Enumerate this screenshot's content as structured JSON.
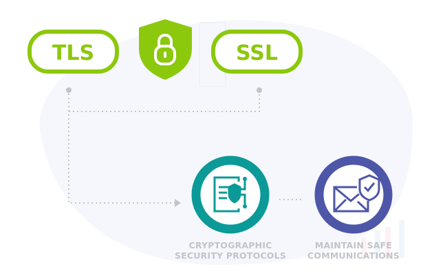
{
  "nodes": {
    "tls": {
      "label": "TLS"
    },
    "ssl": {
      "label": "SSL"
    },
    "crypto": {
      "line1": "CRYPTOGRAPHIC",
      "line2": "SECURITY PROTOCOLS"
    },
    "safe": {
      "line1": "MAINTAIN SAFE",
      "line2": "COMMUNICATIONS"
    }
  },
  "icons": {
    "shield": "shield-lock-icon",
    "crypto": "document-shield-network-icon",
    "safe": "envelope-shield-check-icon"
  },
  "colors": {
    "green": "#8cc80c",
    "teal": "#0b9a97",
    "purple": "#4e56a8",
    "label": "#c3c3ca",
    "connector": "#c4c4c8"
  }
}
